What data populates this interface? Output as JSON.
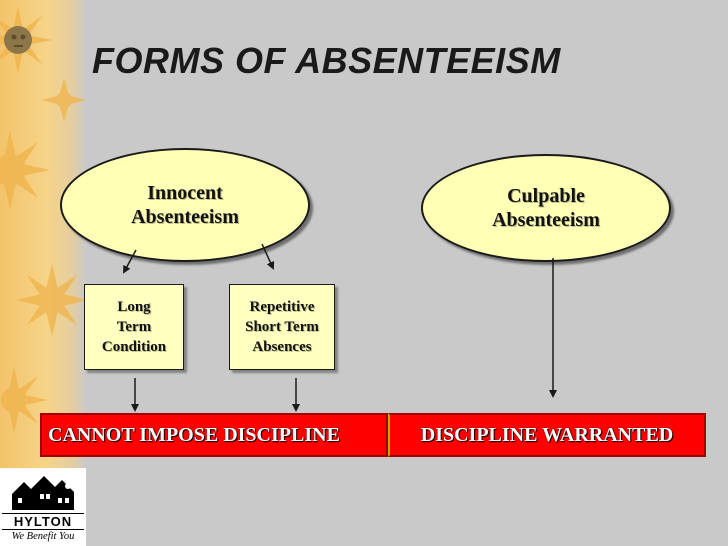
{
  "slide": {
    "title": "FORMS OF ABSENTEEISM"
  },
  "diagram": {
    "nodes": {
      "innocent": "Innocent\nAbsenteeism",
      "culpable": "Culpable\nAbsenteeism",
      "long_term": "Long\nTerm\nCondition",
      "repetitive": "Repetitive\nShort Term\nAbsences"
    },
    "outcomes": {
      "cannot_impose": "CANNOT IMPOSE DISCIPLINE",
      "warranted": "DISCIPLINE WARRANTED"
    }
  },
  "logo": {
    "name": "HYLTON",
    "tagline": "We Benefit You"
  },
  "colors": {
    "ellipse_fill": "#ffffb5",
    "box_fill": "#ffffc2",
    "banner_fill": "#ff0000",
    "background": "#c9c9c9",
    "sidebar": "#f3c36a"
  }
}
